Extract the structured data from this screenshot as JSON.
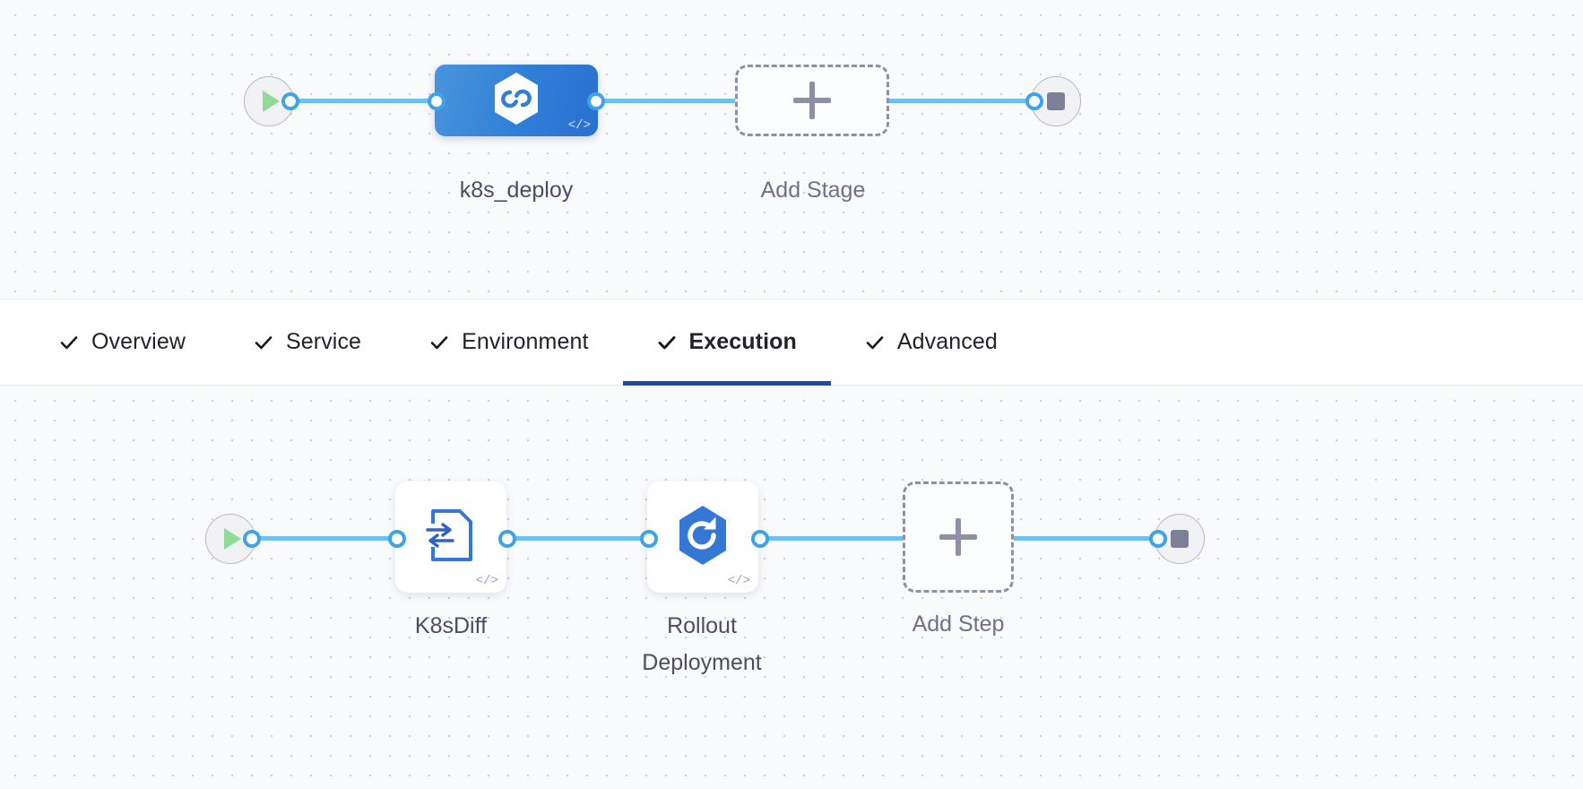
{
  "canvas_stage": {
    "name": "pipeline-stage-graph",
    "start_node": {
      "icon": "play-icon",
      "title": "Start"
    },
    "end_node": {
      "icon": "stop-icon",
      "title": "End"
    },
    "nodes": [
      {
        "id": "k8s_deploy",
        "label": "k8s_deploy",
        "type": "deployment-stage",
        "icon": "kubernetes-hexagon-icon",
        "selected": true,
        "code_badge": "</>",
        "color": "#2f7fd6"
      }
    ],
    "add_node": {
      "label": "Add Stage",
      "icon": "plus-icon"
    }
  },
  "tabs": {
    "name": "stage-config-tabs",
    "items": [
      {
        "label": "Overview",
        "icon": "check-icon",
        "active": false
      },
      {
        "label": "Service",
        "icon": "check-icon",
        "active": false
      },
      {
        "label": "Environment",
        "icon": "check-icon",
        "active": false
      },
      {
        "label": "Execution",
        "icon": "check-icon",
        "active": true
      },
      {
        "label": "Advanced",
        "icon": "check-icon",
        "active": false
      }
    ],
    "active_underline_color": "#1b4aa0"
  },
  "canvas_steps": {
    "name": "execution-step-graph",
    "start_node": {
      "icon": "play-icon",
      "title": "Start"
    },
    "end_node": {
      "icon": "stop-icon",
      "title": "End"
    },
    "nodes": [
      {
        "id": "k8sdiff",
        "label": "K8sDiff",
        "icon": "file-diff-icon",
        "code_badge": "</>"
      },
      {
        "id": "rollout_deployment",
        "label": "Rollout\nDeployment",
        "icon": "kubernetes-rollout-icon",
        "code_badge": "</>"
      }
    ],
    "add_node": {
      "label": "Add Step",
      "icon": "plus-icon"
    }
  },
  "colors": {
    "edge": "#6fc0f0",
    "port_border": "#3fa3ea",
    "stage_accent": "#2f7fd6",
    "dashed_border": "#8d90a6",
    "start_play": "#8fdc9a",
    "stop_square": "#7d8099",
    "canvas_bg": "#f9fafc",
    "tab_active": "#1b4aa0"
  }
}
